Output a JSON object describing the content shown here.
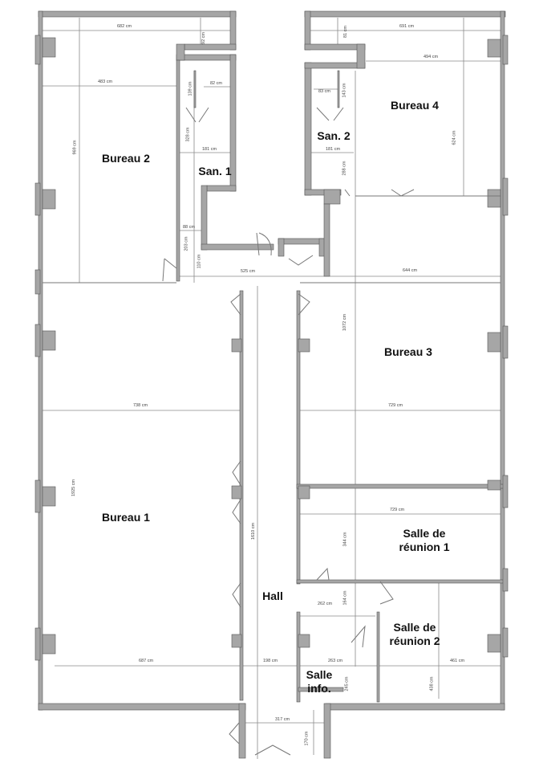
{
  "plan": {
    "title": "Floor plan",
    "colors": {
      "wall": "#a6a6a6",
      "wall_stroke": "#555555",
      "dim_line": "#888888",
      "background": "#ffffff",
      "label": "#111111"
    }
  },
  "rooms": {
    "bureau2": "Bureau 2",
    "san1": "San. 1",
    "san2": "San. 2",
    "bureau4": "Bureau 4",
    "bureau3": "Bureau 3",
    "bureau1": "Bureau 1",
    "hall": "Hall",
    "reunion1": "Salle de\nréunion 1",
    "reunion2": "Salle de\nréunion 2",
    "info": "Salle\ninfo."
  },
  "dimensions": {
    "d682": "682 cm",
    "d92": "92 cm",
    "d483": "483 cm",
    "d139": "139 cm",
    "d82": "82 cm",
    "d328": "328 cm",
    "d181a": "181 cm",
    "d969": "969 cm",
    "d88": "88 cm",
    "d203": "203 cm",
    "d110": "110 cm",
    "d525": "525 cm",
    "d691": "691 cm",
    "d81": "81 cm",
    "d494": "494 cm",
    "d83": "83 cm",
    "d143": "143 cm",
    "d181b": "181 cm",
    "d288": "288 cm",
    "d624": "624 cm",
    "d644": "644 cm",
    "d1072": "1072 cm",
    "d738": "738 cm",
    "d729a": "729 cm",
    "d1925": "1925 cm",
    "d1610": "1610 cm",
    "d729b": "729 cm",
    "d344": "344 cm",
    "d262": "262 cm",
    "d164": "164 cm",
    "d687": "687 cm",
    "d198": "198 cm",
    "d263": "263 cm",
    "d461": "461 cm",
    "d245": "245 cm",
    "d438": "438 cm",
    "d317": "317 cm",
    "d170": "170 cm"
  }
}
